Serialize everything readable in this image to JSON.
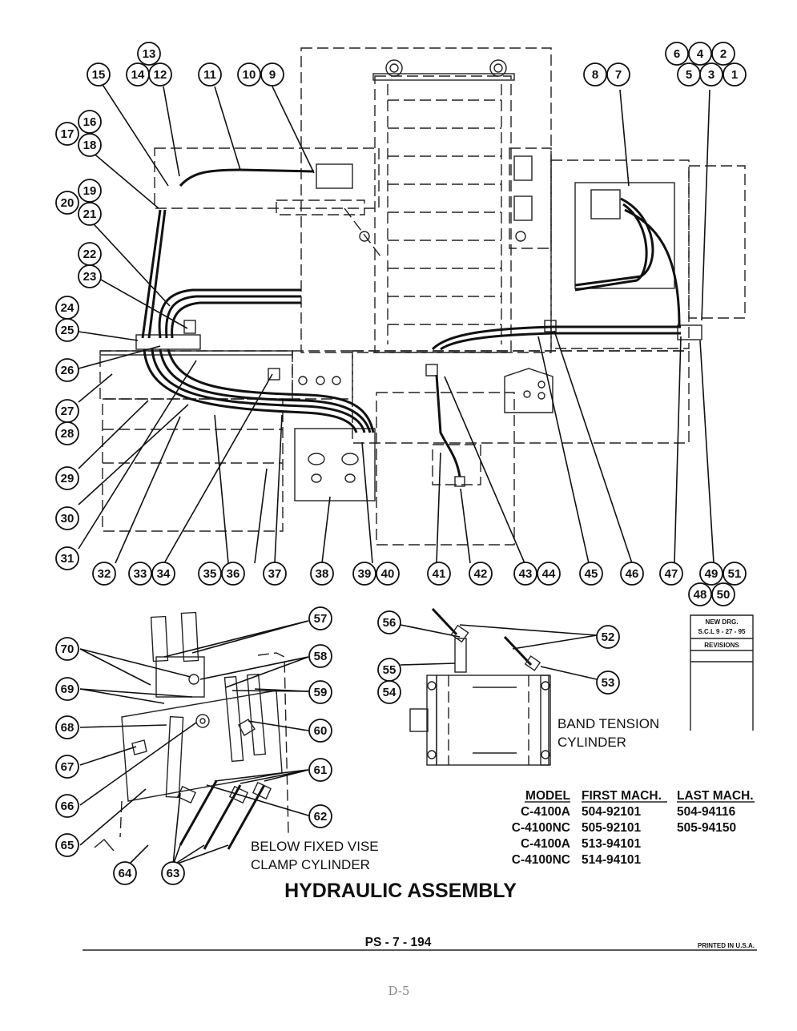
{
  "callouts_top": {
    "c1": "1",
    "c2": "2",
    "c3": "3",
    "c4": "4",
    "c5": "5",
    "c6": "6",
    "c7": "7",
    "c8": "8",
    "c9": "9",
    "c10": "10",
    "c11": "11",
    "c12": "12",
    "c13": "13",
    "c14": "14",
    "c15": "15",
    "c16": "16",
    "c17": "17",
    "c18": "18",
    "c19": "19",
    "c20": "20",
    "c21": "21",
    "c22": "22",
    "c23": "23",
    "c24": "24",
    "c25": "25",
    "c26": "26",
    "c27": "27",
    "c28": "28",
    "c29": "29",
    "c30": "30",
    "c31": "31",
    "c32": "32",
    "c33": "33",
    "c34": "34",
    "c35": "35",
    "c36": "36",
    "c37": "37",
    "c38": "38",
    "c39": "39",
    "c40": "40",
    "c41": "41",
    "c42": "42",
    "c43": "43",
    "c44": "44",
    "c45": "45",
    "c46": "46",
    "c47": "47",
    "c48": "48",
    "c49": "49",
    "c50": "50",
    "c51": "51"
  },
  "callouts_bottom": {
    "c52": "52",
    "c53": "53",
    "c54": "54",
    "c55": "55",
    "c56": "56",
    "c57": "57",
    "c58": "58",
    "c59": "59",
    "c60": "60",
    "c61": "61",
    "c62": "62",
    "c63": "63",
    "c64": "64",
    "c65": "65",
    "c66": "66",
    "c67": "67",
    "c68": "68",
    "c69": "69",
    "c70": "70"
  },
  "labels": {
    "band_tension_1": "BAND TENSION",
    "band_tension_2": "CYLINDER",
    "below_vise_1": "BELOW FIXED VISE",
    "below_vise_2": "CLAMP CYLINDER",
    "title": "HYDRAULIC ASSEMBLY"
  },
  "revision_box": {
    "new_drg": "NEW DRG.",
    "scl_date": "S.C.L 9 - 27 - 95",
    "revisions": "REVISIONS"
  },
  "model_table": {
    "headers": [
      "MODEL",
      "FIRST MACH.",
      "LAST MACH."
    ],
    "rows": [
      [
        "C-4100A",
        "504-92101",
        "504-94116"
      ],
      [
        "C-4100NC",
        "505-92101",
        "505-94150"
      ],
      [
        "C-4100A",
        "513-94101",
        ""
      ],
      [
        "C-4100NC",
        "514-94101",
        ""
      ]
    ]
  },
  "footer": {
    "page_code": "PS - 7 - 194",
    "printed": "PRINTED IN U.S.A.",
    "handwritten": "D-5"
  }
}
